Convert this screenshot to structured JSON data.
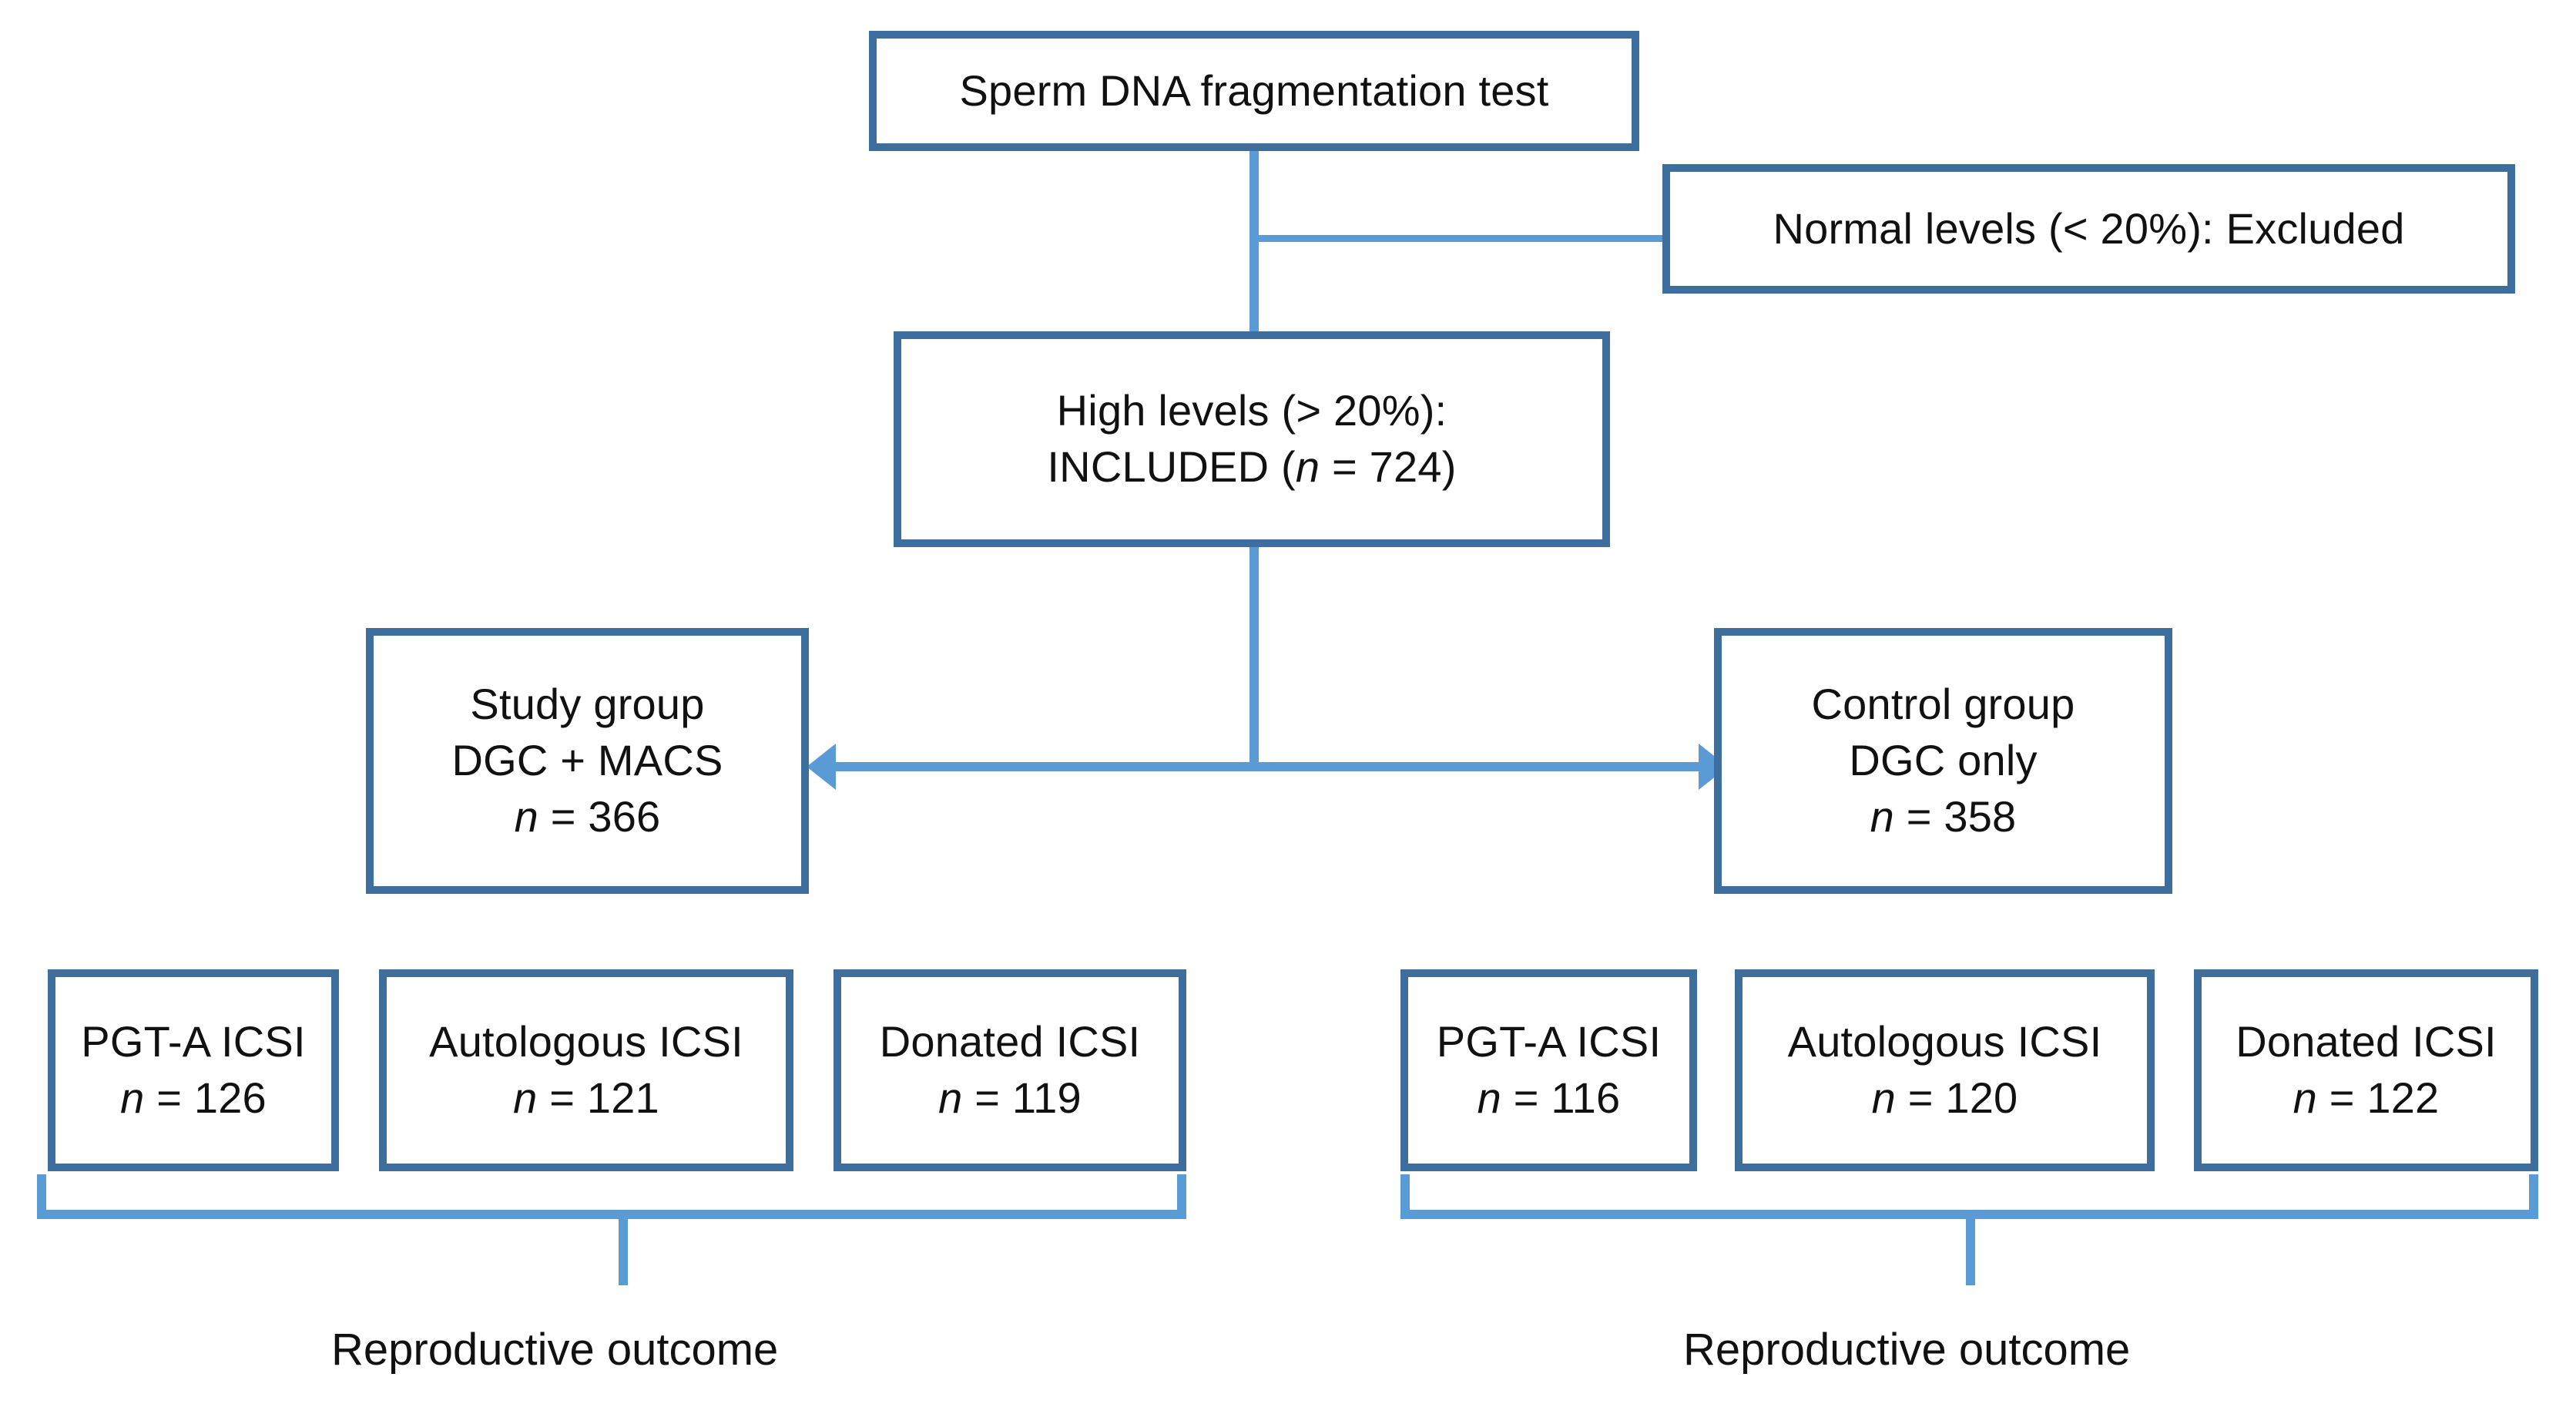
{
  "diagram": {
    "title": "Sperm DNA fragmentation study flowchart",
    "colors": {
      "box_border": "#3E6E9E",
      "connector": "#5B9BD5",
      "background": "#FFFFFF",
      "text": "#111111"
    }
  },
  "nodes": {
    "root": {
      "line1": "Sperm DNA fragmentation test"
    },
    "excluded": {
      "line1": "Normal levels (< 20%): Excluded"
    },
    "included": {
      "line1": "High levels (> 20%):",
      "line2_prefix": "INCLUDED (",
      "line2_italic": "n",
      "line2_suffix": " = 724)"
    },
    "study_group": {
      "line1": "Study group",
      "line2": "DGC + MACS",
      "n_italic": "n",
      "n_value": " = 366"
    },
    "control_group": {
      "line1": "Control group",
      "line2": "DGC only",
      "n_italic": "n",
      "n_value": " = 358"
    }
  },
  "study_arms": [
    {
      "label": "PGT-A ICSI",
      "n_italic": "n",
      "n_value": " = 126"
    },
    {
      "label": "Autologous ICSI",
      "n_italic": "n",
      "n_value": " = 121"
    },
    {
      "label": "Donated ICSI",
      "n_italic": "n",
      "n_value": " = 119"
    }
  ],
  "control_arms": [
    {
      "label": "PGT-A ICSI",
      "n_italic": "n",
      "n_value": " = 116"
    },
    {
      "label": "Autologous ICSI",
      "n_italic": "n",
      "n_value": " = 120"
    },
    {
      "label": "Donated ICSI",
      "n_italic": "n",
      "n_value": " = 122"
    }
  ],
  "outcomes": {
    "left_label": "Reproductive outcome",
    "right_label": "Reproductive outcome"
  },
  "chart_data": {
    "type": "diagram",
    "title": "Sperm DNA fragmentation test — patient allocation flow",
    "total_tested_label": "Sperm DNA fragmentation test",
    "excluded_criterion": "Normal levels (< 20%): Excluded",
    "included_criterion": "High levels (> 20%): INCLUDED",
    "included_n": 724,
    "groups": [
      {
        "name": "Study group",
        "treatment": "DGC + MACS",
        "n": 366,
        "arms": [
          {
            "name": "PGT-A ICSI",
            "n": 126
          },
          {
            "name": "Autologous ICSI",
            "n": 121
          },
          {
            "name": "Donated ICSI",
            "n": 119
          }
        ],
        "endpoint": "Reproductive outcome"
      },
      {
        "name": "Control group",
        "treatment": "DGC only",
        "n": 358,
        "arms": [
          {
            "name": "PGT-A ICSI",
            "n": 116
          },
          {
            "name": "Autologous ICSI",
            "n": 120
          },
          {
            "name": "Donated ICSI",
            "n": 122
          }
        ],
        "endpoint": "Reproductive outcome"
      }
    ]
  }
}
